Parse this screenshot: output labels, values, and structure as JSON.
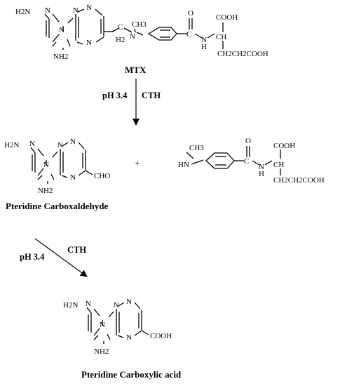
{
  "atoms": {
    "n": "N",
    "nh2_left": "H2N",
    "nh2_bottom": "NH2",
    "ch2": "H2",
    "c": "C",
    "ch3": "CH3",
    "o": "O",
    "h": "H",
    "hn": "HN",
    "cooh": "COOH",
    "ch": "CH",
    "ch2ch2cooh": "CH2CH2COOH",
    "cho": "CHO",
    "plus": "+"
  },
  "labels": {
    "mtx": "MTX",
    "pteridine_carboxaldehyde": "Pteridine Carboxaldehyde",
    "pteridine_carboxylic_acid": "Pteridine Carboxylic acid"
  },
  "steps": [
    {
      "ph": "pH 3.4",
      "reagent": "CTH"
    },
    {
      "ph": "pH 3.4",
      "reagent": "CTH"
    }
  ]
}
